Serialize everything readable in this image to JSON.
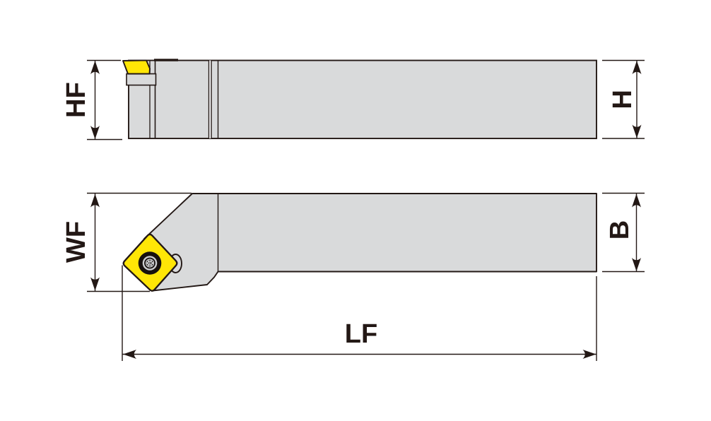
{
  "diagram": {
    "type": "technical-drawing",
    "subject": "turning-tool-holder-two-view-dimension-drawing",
    "views": [
      {
        "name": "side-view",
        "description": "tool holder side elevation with insert and clamp at top left",
        "dimension_labels": [
          "HF",
          "H"
        ]
      },
      {
        "name": "plan-view",
        "description": "tool holder plan view with diamond insert and clamp screw",
        "dimension_labels": [
          "WF",
          "B",
          "LF"
        ]
      }
    ]
  },
  "labels": {
    "hf": "HF",
    "h": "H",
    "wf": "WF",
    "b": "B",
    "lf": "LF"
  },
  "colors": {
    "outline": "#231815",
    "body_fill": "#d9dadb",
    "insert_fill": "#ffe606",
    "screw_dark": "#17110e",
    "screw_gray": "#cbccce",
    "background": "#ffffff",
    "seam_gap": "#ffffff"
  }
}
